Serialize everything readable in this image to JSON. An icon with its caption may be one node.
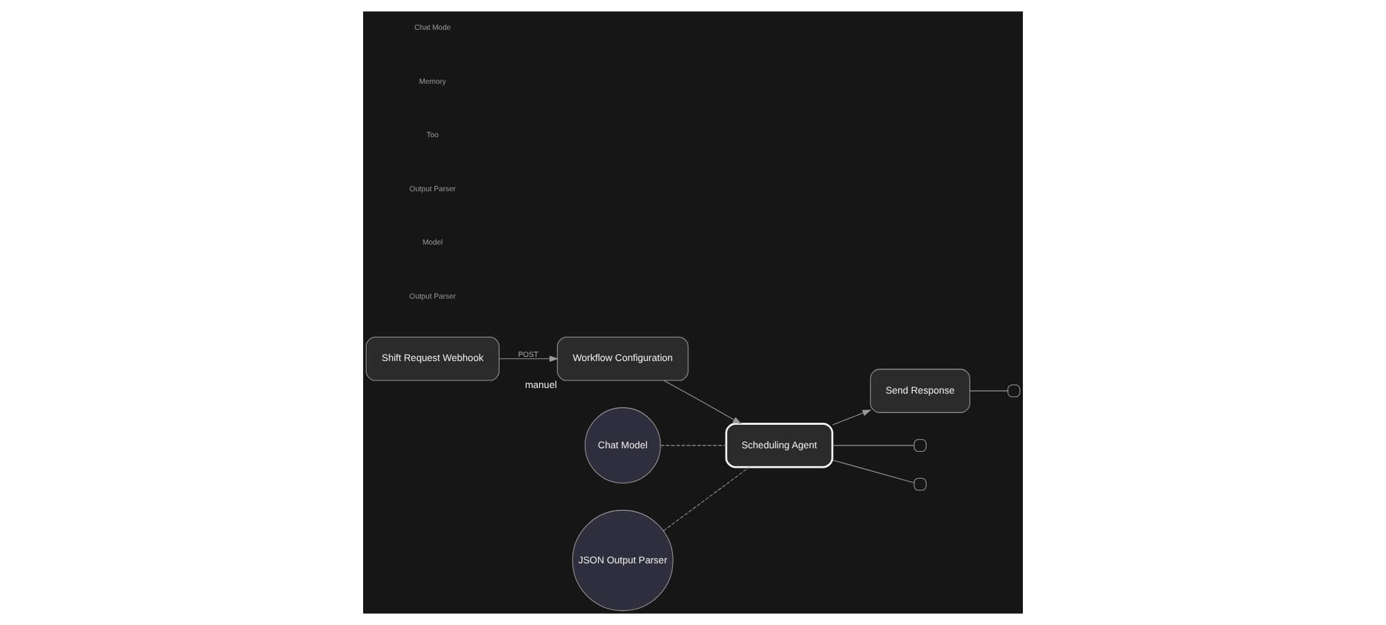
{
  "diagram": {
    "nodes": [
      {
        "text": [
          "Shift Request Webhook"
        ]
      },
      {
        "text": [
          "Workflow Configuration"
        ],
        "beside": [
          "manuel"
        ]
      },
      {
        "text": [
          "Scheduling Agent"
        ]
      },
      {
        "text": [
          "Send Response"
        ]
      },
      {
        "text": [
          "Chat Model"
        ]
      },
      {
        "text": [
          "JSON Output Parser"
        ]
      },
      {
        "text": [],
        "shape": "box"
      },
      {
        "text": [],
        "shape": "box"
      },
      {
        "text": [],
        "shape": "box"
      }
    ],
    "edges": [
      {
        "from": 0,
        "to": 1,
        "arrow": "to",
        "label": "POST"
      },
      {
        "from": 1,
        "to": 2,
        "arrow": "to"
      },
      {
        "from": 2,
        "to": 3,
        "arrow": "to"
      },
      {
        "from": 3,
        "to": 6,
        "arrow": "none"
      },
      {
        "from": 2,
        "to": 7,
        "arrow": "none"
      },
      {
        "from": 2,
        "to": 8,
        "arrow": "none"
      },
      {
        "from": 4,
        "to": 2,
        "arrow": "none",
        "style": "dashed"
      },
      {
        "from": 5,
        "to": 2,
        "arrow": "none",
        "style": "dashed"
      }
    ],
    "labels": [
      "Chat Mode",
      "Memory",
      "Too",
      "Output Parser",
      "Model",
      "Output Parser"
    ]
  }
}
